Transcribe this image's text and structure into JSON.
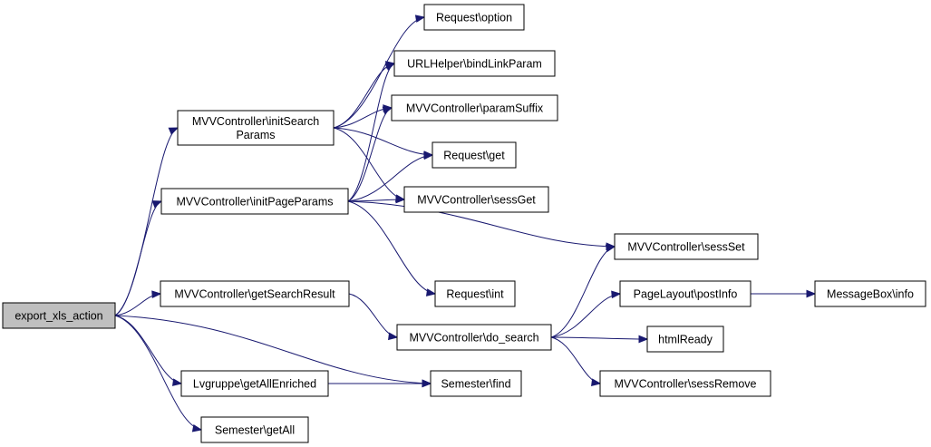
{
  "graph": {
    "colors": {
      "edge": "#191970",
      "root_fill": "#bfbfbf",
      "node_fill": "#ffffff",
      "border": "#000000"
    },
    "nodes": [
      {
        "id": "export",
        "lines": [
          "export_xls_action"
        ]
      },
      {
        "id": "initSearch",
        "lines": [
          "MVVController\\initSearch",
          "Params"
        ]
      },
      {
        "id": "initPage",
        "lines": [
          "MVVController\\initPageParams"
        ]
      },
      {
        "id": "getSearchResult",
        "lines": [
          "MVVController\\getSearchResult"
        ]
      },
      {
        "id": "lvgruppe",
        "lines": [
          "Lvgruppe\\getAllEnriched"
        ]
      },
      {
        "id": "getAll",
        "lines": [
          "Semester\\getAll"
        ]
      },
      {
        "id": "option",
        "lines": [
          "Request\\option"
        ]
      },
      {
        "id": "bindLink",
        "lines": [
          "URLHelper\\bindLinkParam"
        ]
      },
      {
        "id": "paramSuffix",
        "lines": [
          "MVVController\\paramSuffix"
        ]
      },
      {
        "id": "reqGet",
        "lines": [
          "Request\\get"
        ]
      },
      {
        "id": "sessGet",
        "lines": [
          "MVVController\\sessGet"
        ]
      },
      {
        "id": "reqInt",
        "lines": [
          "Request\\int"
        ]
      },
      {
        "id": "doSearch",
        "lines": [
          "MVVController\\do_search"
        ]
      },
      {
        "id": "find",
        "lines": [
          "Semester\\find"
        ]
      },
      {
        "id": "sessSet",
        "lines": [
          "MVVController\\sessSet"
        ]
      },
      {
        "id": "postInfo",
        "lines": [
          "PageLayout\\postInfo"
        ]
      },
      {
        "id": "htmlReady",
        "lines": [
          "htmlReady"
        ]
      },
      {
        "id": "sessRemove",
        "lines": [
          "MVVController\\sessRemove"
        ]
      },
      {
        "id": "msgInfo",
        "lines": [
          "MessageBox\\info"
        ]
      }
    ],
    "edges": [
      [
        "export",
        "initSearch"
      ],
      [
        "export",
        "initPage"
      ],
      [
        "export",
        "getSearchResult"
      ],
      [
        "export",
        "lvgruppe"
      ],
      [
        "export",
        "getAll"
      ],
      [
        "export",
        "find"
      ],
      [
        "initSearch",
        "option"
      ],
      [
        "initSearch",
        "bindLink"
      ],
      [
        "initSearch",
        "paramSuffix"
      ],
      [
        "initSearch",
        "reqGet"
      ],
      [
        "initSearch",
        "sessGet"
      ],
      [
        "initPage",
        "bindLink"
      ],
      [
        "initPage",
        "paramSuffix"
      ],
      [
        "initPage",
        "reqGet"
      ],
      [
        "initPage",
        "sessGet"
      ],
      [
        "initPage",
        "sessSet"
      ],
      [
        "initPage",
        "reqInt"
      ],
      [
        "getSearchResult",
        "doSearch"
      ],
      [
        "lvgruppe",
        "find"
      ],
      [
        "doSearch",
        "sessSet"
      ],
      [
        "doSearch",
        "postInfo"
      ],
      [
        "doSearch",
        "htmlReady"
      ],
      [
        "doSearch",
        "sessRemove"
      ],
      [
        "postInfo",
        "msgInfo"
      ]
    ]
  }
}
